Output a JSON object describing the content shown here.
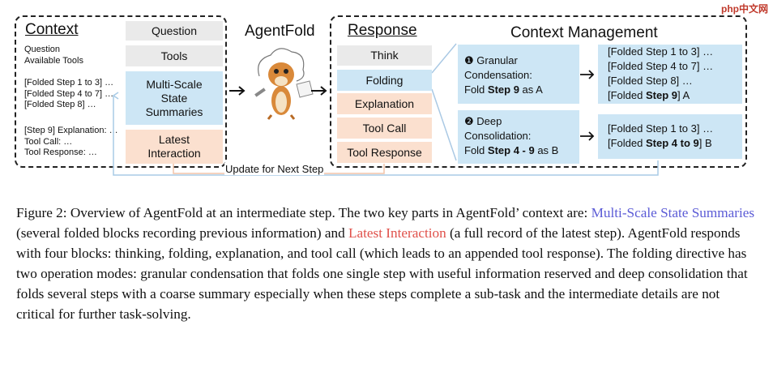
{
  "watermark": "php中文网",
  "figure": {
    "context": {
      "title": "Context",
      "lines_a": [
        "Question",
        "Available Tools"
      ],
      "lines_b": [
        "[Folded Step 1 to 3] …",
        "[Folded Step 4 to 7] …",
        "[Folded Step 8] …"
      ],
      "lines_c": [
        "[Step 9] Explanation: …",
        "Tool Call: …",
        "Tool Response: …"
      ],
      "blocks": {
        "question": "Question",
        "tools": "Tools",
        "summaries": [
          "Multi-Scale",
          "State",
          "Summaries"
        ],
        "latest": [
          "Latest",
          "Interaction"
        ]
      }
    },
    "agent": {
      "title": "AgentFold"
    },
    "response": {
      "title": "Response",
      "blocks": [
        "Think",
        "Folding",
        "Explanation",
        "Tool Call",
        "Tool Response"
      ]
    },
    "management": {
      "title": "Context Management",
      "granular": {
        "num": "❶",
        "l1": "Granular",
        "l2": "Condensation:",
        "l3_pre": "Fold ",
        "l3_bold": "Step 9",
        "l3_post": " as A",
        "result": [
          "[Folded Step 1 to 3] …",
          "[Folded Step 4 to 7] …",
          "[Folded Step 8] …"
        ],
        "result_last_pre": "[Folded ",
        "result_last_bold": "Step 9",
        "result_last_post": "] A"
      },
      "deep": {
        "num": "❷",
        "l1": "Deep",
        "l2": "Consolidation:",
        "l3_pre": "Fold ",
        "l3_bold": "Step 4 - 9",
        "l3_post": " as B",
        "result_first": "[Folded Step 1 to 3] …",
        "result_last_pre": "[Folded ",
        "result_last_bold": "Step 4 to 9",
        "result_last_post": "] B"
      }
    },
    "update_label": "Update for Next Step"
  },
  "caption": {
    "t1": "Figure 2: Overview of AgentFold at an intermediate step. The two key parts in AgentFold’ context are: ",
    "blue": "Multi-Scale State Summaries",
    "t2": " (several folded blocks recording previous information) and ",
    "pink": "Latest Interaction",
    "t3": " (a full record of the latest step). AgentFold responds with four blocks: thinking, folding, explanation, and tool call (which leads to an appended tool response). The folding directive has two operation modes: granular condensation that folds one single step with useful information reserved and deep consolidation that folds several steps with a coarse summary especially when these steps complete a sub-task and the intermediate details are not critical for further task-solving."
  },
  "colors": {
    "blue_block": "#cde6f5",
    "peach_block": "#fbe0cf",
    "grey_block": "#eaeaea",
    "caption_blue": "#5b5bd6",
    "caption_pink": "#e0504a"
  }
}
